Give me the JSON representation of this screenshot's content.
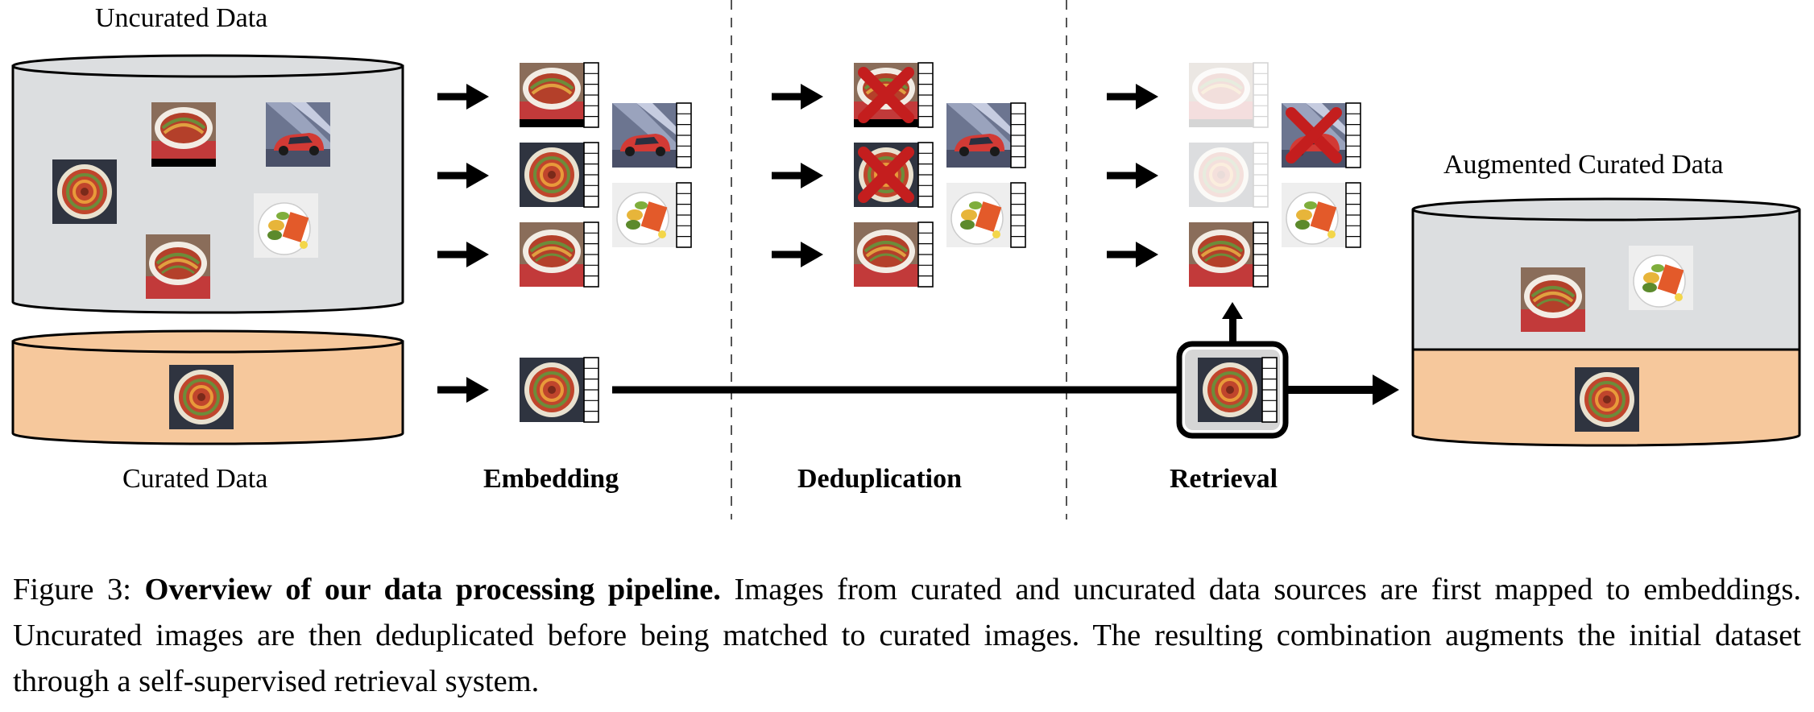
{
  "labels": {
    "uncurated": "Uncurated Data",
    "curated": "Curated Data",
    "augmented": "Augmented Curated Data"
  },
  "stages": {
    "embedding": "Embedding",
    "deduplication": "Deduplication",
    "retrieval": "Retrieval"
  },
  "caption": {
    "prefix": "Figure 3: ",
    "title": "Overview of our data processing pipeline.",
    "body": " Images from curated and uncurated data sources are first mapped to embeddings. Uncurated images are then deduplicated before being matched to curated images. The resulting combination augments the initial dataset through a self-supervised retrieval system."
  },
  "colors": {
    "uncurated_db": "#dcdee0",
    "curated_db": "#f6c89c",
    "reject_x": "#c41e1e",
    "arrow": "#000000"
  }
}
